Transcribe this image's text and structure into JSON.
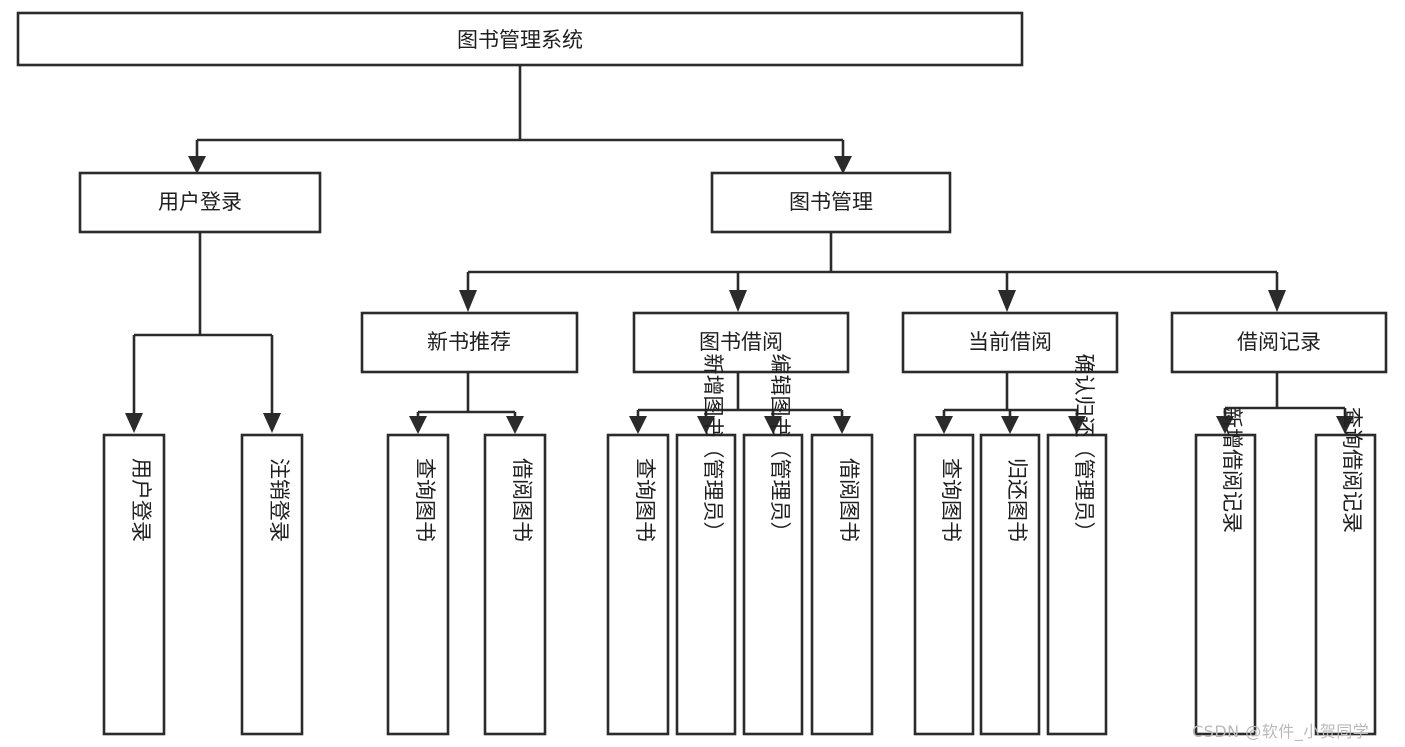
{
  "diagram": {
    "type": "tree-hierarchy",
    "title": "图书管理系统",
    "watermark": "CSDN @软件_小贺同学",
    "colors": {
      "box_stroke": "#2b2b2b",
      "box_fill": "#ffffff",
      "text": "#1f1f1f",
      "background": "#ffffff",
      "watermark": "#b9b9b9"
    },
    "levels": {
      "root": {
        "label": "图书管理系统"
      },
      "level1": [
        {
          "id": "user-login",
          "label": "用户登录"
        },
        {
          "id": "book-management",
          "label": "图书管理"
        }
      ],
      "level2": [
        {
          "id": "new-book-recommend",
          "label": "新书推荐",
          "parent": "book-management"
        },
        {
          "id": "book-borrow",
          "label": "图书借阅",
          "parent": "book-management"
        },
        {
          "id": "current-borrow",
          "label": "当前借阅",
          "parent": "book-management"
        },
        {
          "id": "borrow-record",
          "label": "借阅记录",
          "parent": "book-management"
        }
      ],
      "leaves": [
        {
          "id": "leaf-user-login",
          "label": "用户登录",
          "parent": "user-login"
        },
        {
          "id": "leaf-logout",
          "label": "注销登录",
          "parent": "user-login"
        },
        {
          "id": "leaf-query-book-1",
          "label": "查询图书",
          "parent": "new-book-recommend"
        },
        {
          "id": "leaf-borrow-book-1",
          "label": "借阅图书",
          "parent": "new-book-recommend"
        },
        {
          "id": "leaf-query-book-2",
          "label": "查询图书",
          "parent": "book-borrow"
        },
        {
          "id": "leaf-add-book",
          "label": "新增图书（管理员）",
          "parent": "book-borrow"
        },
        {
          "id": "leaf-edit-book",
          "label": "编辑图书（管理员）",
          "parent": "book-borrow"
        },
        {
          "id": "leaf-borrow-book-2",
          "label": "借阅图书",
          "parent": "book-borrow"
        },
        {
          "id": "leaf-query-book-3",
          "label": "查询图书",
          "parent": "current-borrow"
        },
        {
          "id": "leaf-return-book",
          "label": "归还图书",
          "parent": "current-borrow"
        },
        {
          "id": "leaf-confirm-return",
          "label": "确认归还（管理员）",
          "parent": "current-borrow"
        },
        {
          "id": "leaf-add-record",
          "label": "新增借阅记录",
          "parent": "borrow-record"
        },
        {
          "id": "leaf-query-record",
          "label": "查询借阅记录",
          "parent": "borrow-record"
        }
      ]
    }
  }
}
